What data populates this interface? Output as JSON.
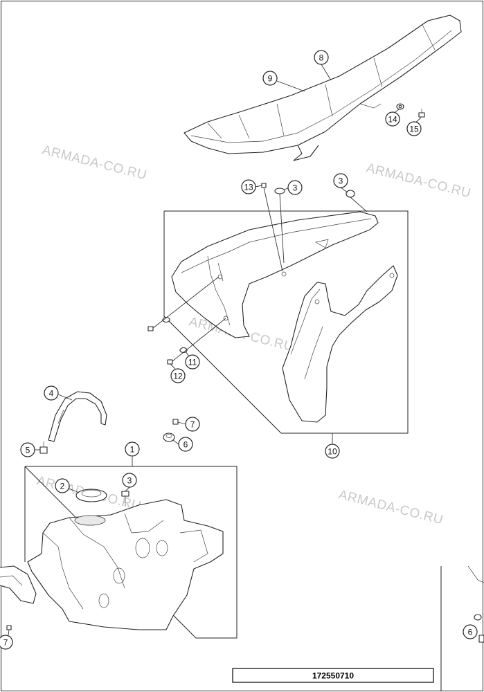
{
  "watermark_text": "ARMADA-CO.RU",
  "drawing_code": "172550710",
  "callouts": {
    "c1": "1",
    "c2": "2",
    "c3a": "3",
    "c3b": "3",
    "c3c": "3",
    "c4": "4",
    "c5": "5",
    "c6a": "6",
    "c6b": "6",
    "c7a": "7",
    "c7b": "7",
    "c8": "8",
    "c9": "9",
    "c10": "10",
    "c11": "11",
    "c12": "12",
    "c13": "13",
    "c14": "14",
    "c15": "15"
  }
}
